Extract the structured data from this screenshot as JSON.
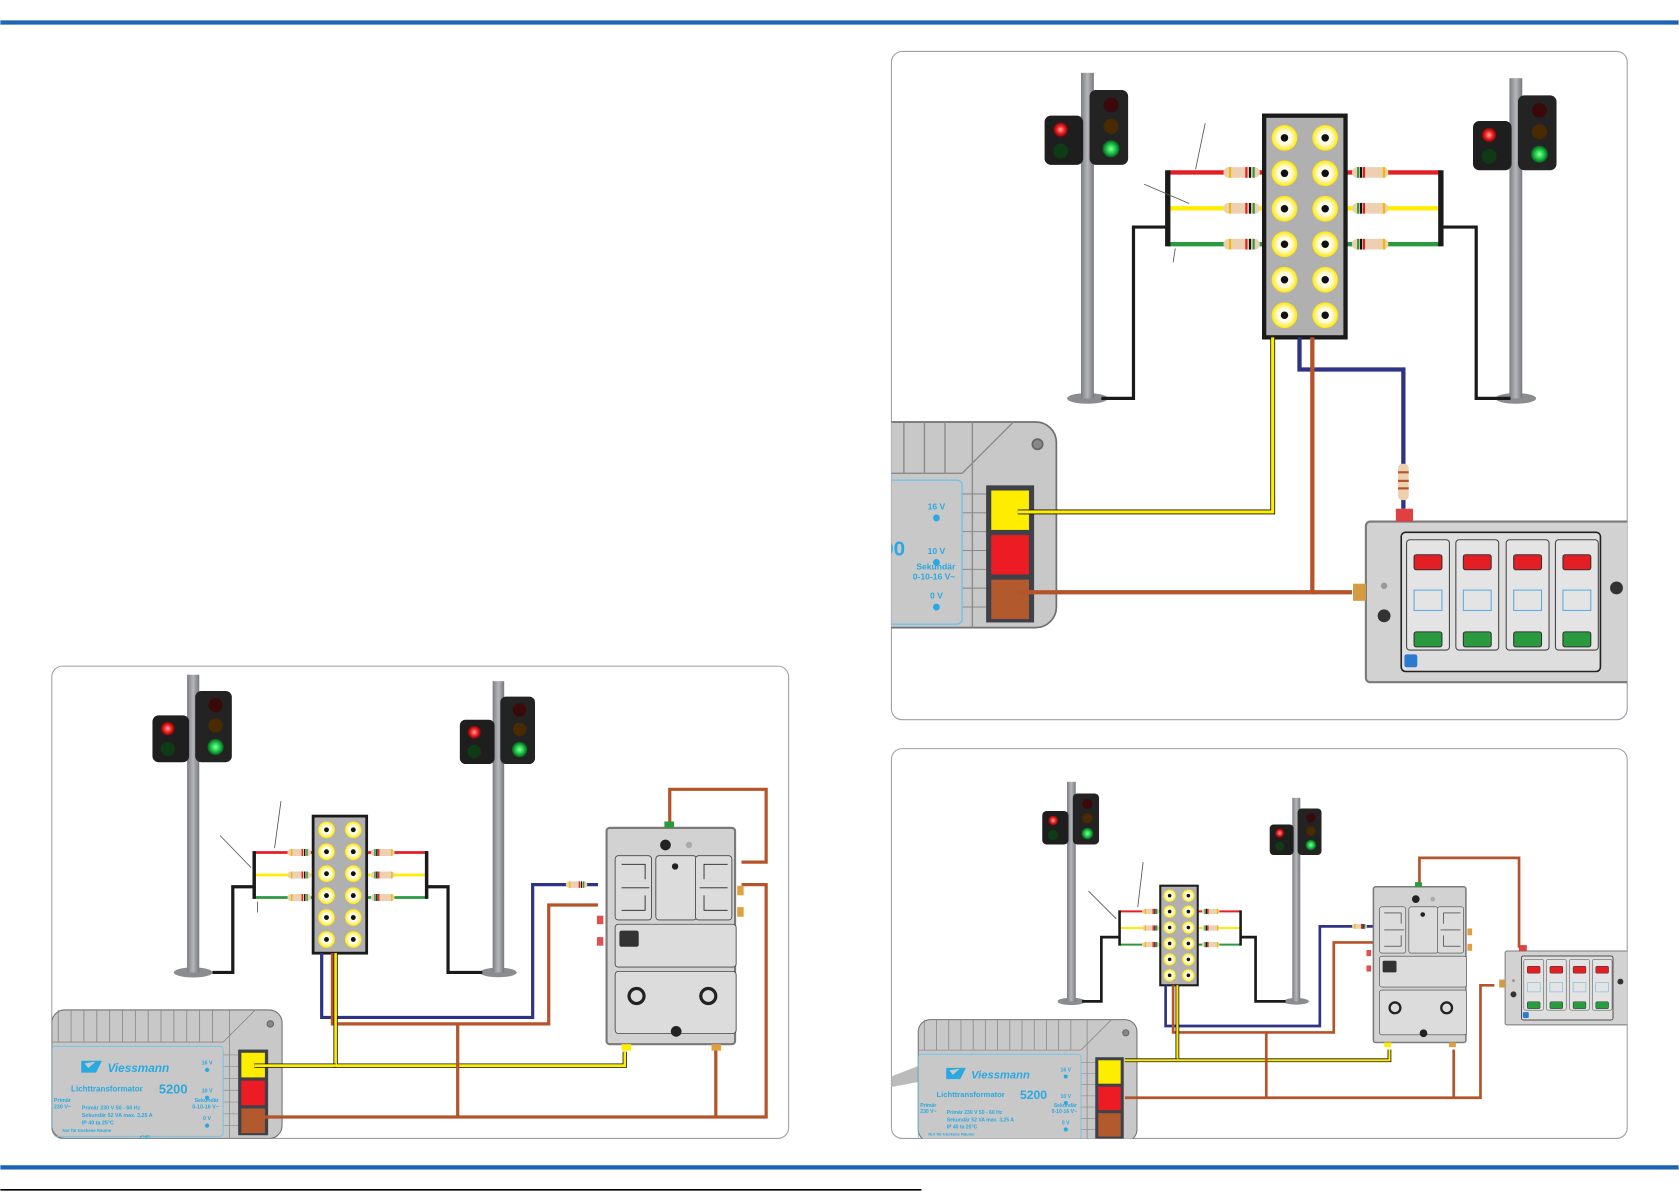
{
  "colors": {
    "accent_blue": "#1e64b4",
    "wire_red": "#e31e24",
    "wire_yellow": "#ffed00",
    "wire_green": "#2b9a3e",
    "wire_black": "#1a1a1a",
    "wire_blue": "#2e3386",
    "wire_brown": "#b5532a",
    "device_gray": "#c8c8c8",
    "label_blue": "#2aa8e0"
  },
  "transformer": {
    "brand": "Viessmann",
    "name": "Lichttransformator",
    "model": "5200",
    "primary_left": "Primär",
    "primary_left_value": "230 V~",
    "secondary_right": "Sekundär",
    "secondary_right_value": "0-10-16 V~",
    "spec_primary": "Primär    230 V    50 - 60 Hz",
    "spec_secondary": "Sekundär  52 VA    max. 3,25 A",
    "spec_ip": "IP 40      ta 25°C",
    "dry_rooms": "Nur für trockene Räume",
    "ce": "CE",
    "terminal_16": "16 V",
    "terminal_10": "10 V",
    "terminal_0": "0 V",
    "icons": [
      "house-icon",
      "ce-mark-icon",
      "safety-transformer-icon"
    ]
  },
  "figures": [
    "traffic-lights-with-relay-module",
    "traffic-lights-with-control-panel",
    "traffic-lights-with-relay-and-control-panel"
  ]
}
